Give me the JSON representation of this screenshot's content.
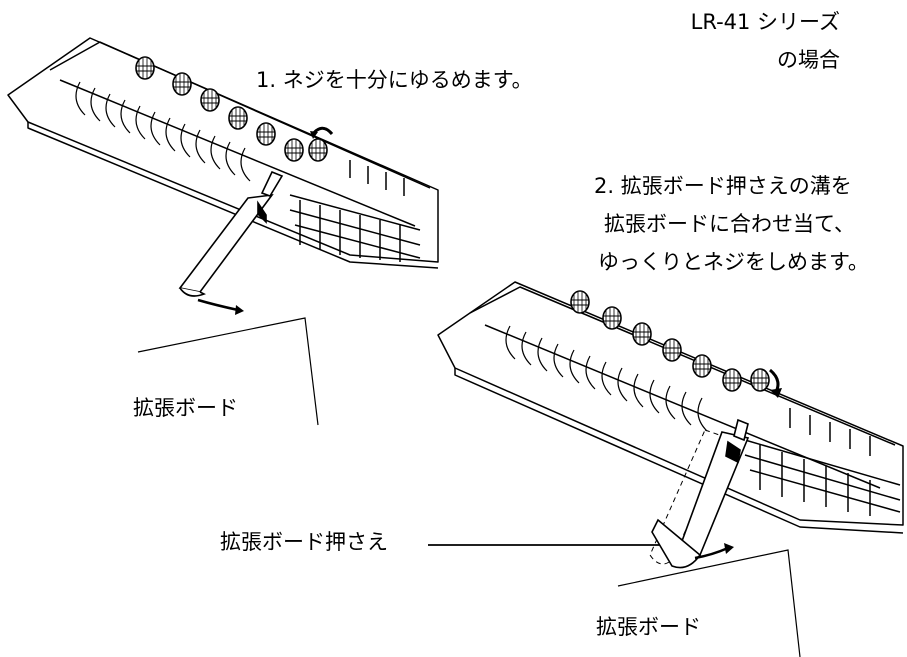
{
  "title": {
    "line1": "LR-41 シリーズ",
    "line2": "の場合"
  },
  "steps": {
    "step1": "1. ネジを十分にゆるめます。",
    "step2_line1": "2. 拡張ボード押さえの溝を",
    "step2_line2": "拡張ボードに合わせ当て、",
    "step2_line3": "ゆっくりとネジをしめます。"
  },
  "labels": {
    "board_top": "拡張ボード",
    "holder": "拡張ボード押さえ",
    "board_bottom": "拡張ボード"
  },
  "colors": {
    "ink": "#000000",
    "paper": "#ffffff",
    "shade": "#d9d9d9"
  }
}
